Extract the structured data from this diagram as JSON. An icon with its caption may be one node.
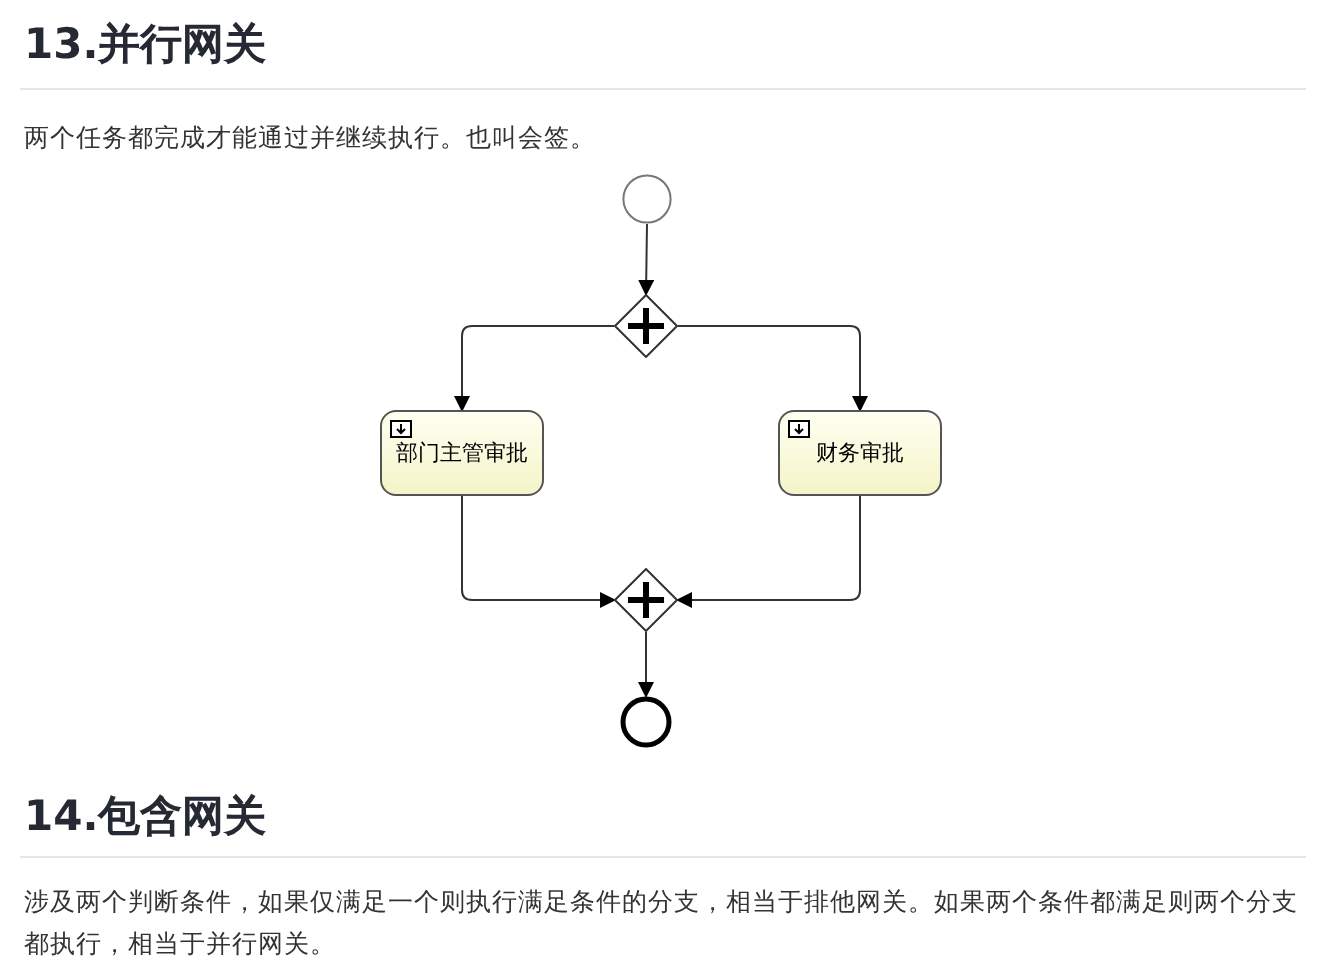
{
  "diagram": {
    "nodes": [
      {
        "text": [],
        "shape": "circle"
      },
      {
        "text": [],
        "shape": "diamond"
      },
      {
        "text": [
          "部门主管审批"
        ]
      },
      {
        "text": [
          "财务审批"
        ]
      },
      {
        "text": [],
        "shape": "diamond"
      },
      {
        "text": [],
        "shape": "circle"
      }
    ],
    "edges": [
      {
        "from": 0,
        "to": 1,
        "arrow": "to"
      },
      {
        "from": 1,
        "to": 2,
        "arrow": "to"
      },
      {
        "from": 1,
        "to": 3,
        "arrow": "to"
      },
      {
        "from": 2,
        "to": 4,
        "arrow": "to"
      },
      {
        "from": 3,
        "to": 4,
        "arrow": "to"
      },
      {
        "from": 4,
        "to": 5,
        "arrow": "to"
      }
    ],
    "labels": [
      "13.并行网关",
      "两个任务都完成才能通过并继续执行。也叫会签。",
      "14.包含网关",
      "涉及两个判断条件，如果仅满足一个则执行满足条件的分支，相当于排他网关。如果两个条件都满足则两个分支都执行，相当于并行网关。"
    ]
  }
}
